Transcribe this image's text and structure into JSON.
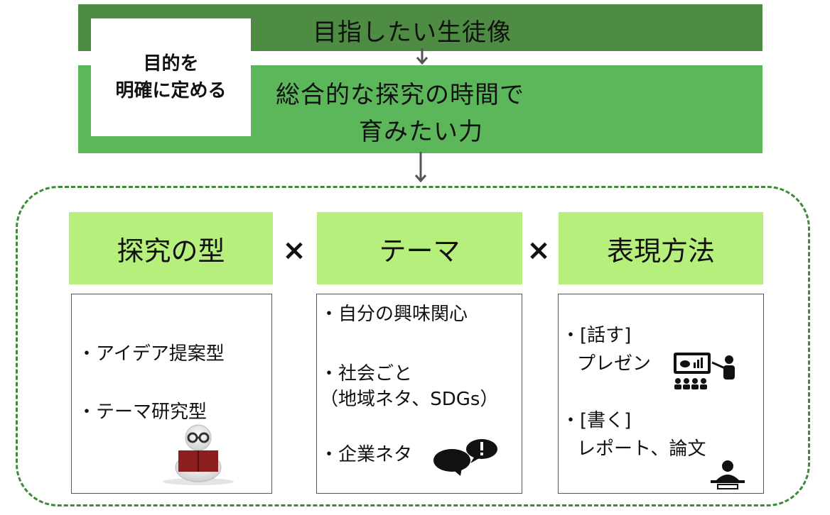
{
  "top": {
    "goal_title": "目指したい生徒像",
    "skills_title_line1": "総合的な探究の時間で",
    "skills_title_line2": "育みたい力",
    "purpose_line1": "目的を",
    "purpose_line2": "明確に定める"
  },
  "operator": "×",
  "columns": [
    {
      "header": "探究の型",
      "items": [
        "・アイデア提案型",
        "・テーマ研究型"
      ]
    },
    {
      "header": "テーマ",
      "items": [
        "・自分の興味関心",
        "・社会ごと",
        "（地域ネタ、SDGs）",
        "・企業ネタ"
      ]
    },
    {
      "header": "表現方法",
      "items": [
        "・[話す]",
        "プレゼン",
        "・[書く]",
        "レポート、論文"
      ]
    }
  ],
  "colors": {
    "dark_green": "#4d8c42",
    "mid_green": "#5bb75a",
    "light_green": "#b6ef7c",
    "dashed_border": "#3f8a3a"
  },
  "icons": [
    "reading-figure-icon",
    "speech-bubbles-icon",
    "presentation-icon",
    "writing-person-icon"
  ]
}
